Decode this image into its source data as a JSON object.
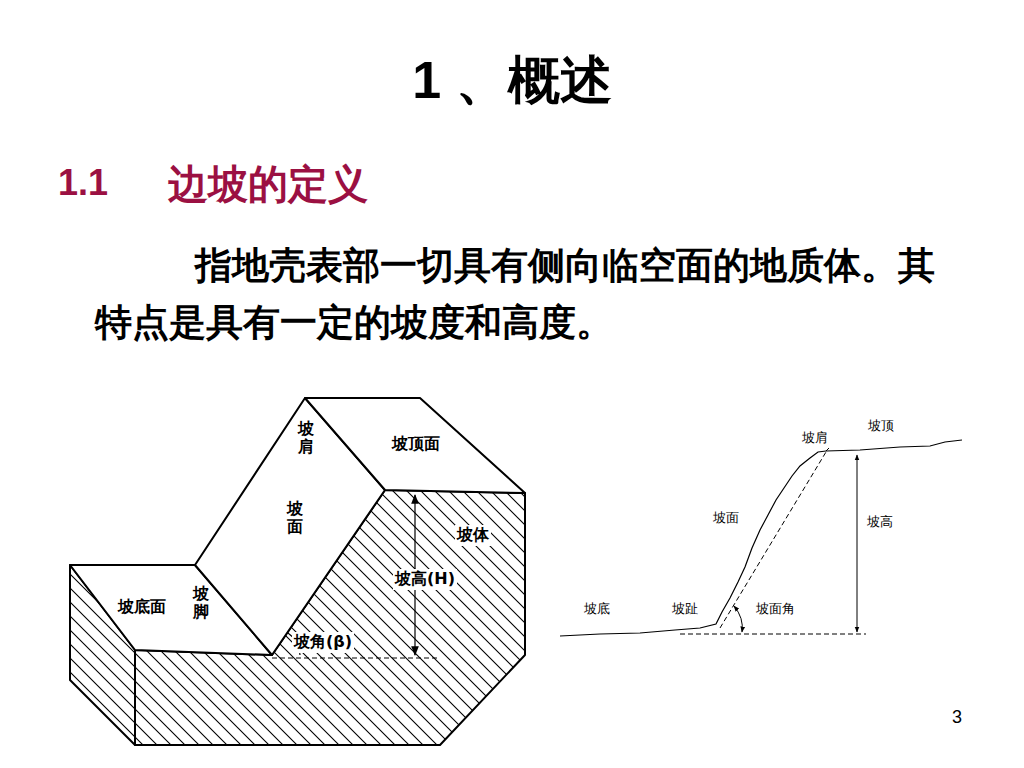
{
  "diagram": {
    "title": "1 、概述",
    "labels": [
      "1.1",
      "边坡的定义",
      "指地壳表部一切具有侧向临空面的地质体。其特点是具有一定的坡度和高度。",
      "坡肩",
      "坡顶面",
      "坡面",
      "坡体",
      "坡底面",
      "坡脚",
      "坡高(H)",
      "坡角(β)",
      "坡顶",
      "坡肩",
      "坡面",
      "坡高",
      "坡底",
      "坡趾",
      "坡面角",
      "3"
    ]
  }
}
